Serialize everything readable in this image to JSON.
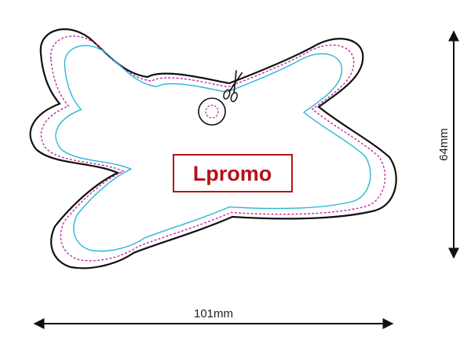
{
  "logo": {
    "text": "Lpromo",
    "text_color": "#b5121b",
    "border_color": "#b5121b"
  },
  "dimensions": {
    "width_label": "101mm",
    "height_label": "64mm"
  },
  "colors": {
    "cut_line": "#111111",
    "safety_line": "#c2189a",
    "trim_line": "#29b4d8",
    "arrow": "#111111"
  },
  "icons": {
    "scissors": "scissors-icon"
  }
}
